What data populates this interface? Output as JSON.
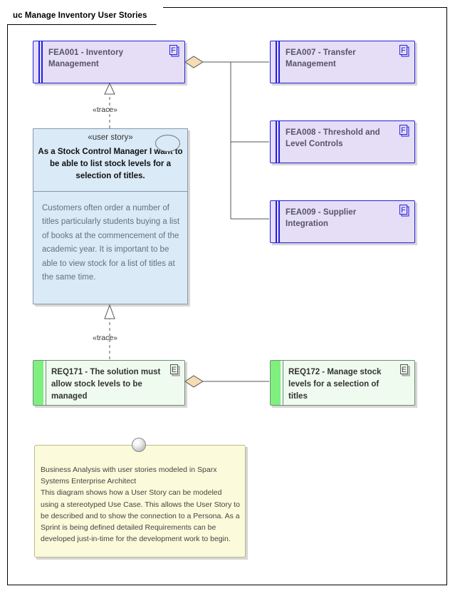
{
  "diagram": {
    "frame_title": "uc Manage Inventory User Stories",
    "colors": {
      "feature_fill": "#e6ddf7",
      "feature_border": "#2222dd",
      "requirement_fill": "#f0fbf0",
      "requirement_accent": "#7ff07f",
      "userstory_fill": "#daeaf7",
      "note_fill": "#fbfada",
      "diamond_fill": "#f5dcb3"
    }
  },
  "features": [
    {
      "name": "FEA001 - Inventory Management",
      "badge": "F"
    },
    {
      "name": "FEA007 - Transfer Management",
      "badge": "F"
    },
    {
      "name": "FEA008 - Threshold and Level Controls",
      "badge": "F"
    },
    {
      "name": "FEA009 - Supplier Integration",
      "badge": "F"
    }
  ],
  "user_story": {
    "stereotype": "«user story»",
    "name": "As a Stock Control Manager I want to be able to list stock levels for a selection of titles.",
    "description": "Customers often order a number of titles particularly students buying a list of books at the commencement of the academic year. It is important to be able to view stock for a list of titles at the same time."
  },
  "requirements": [
    {
      "name": "REQ171 - The solution must allow stock levels to be managed",
      "badge": "E"
    },
    {
      "name": "REQ172 - Manage stock levels for a selection of titles",
      "badge": "E"
    }
  ],
  "connectors": [
    {
      "label": "«trace»",
      "kind": "dependency-trace",
      "from": "user-story",
      "to": "FEA001 - Inventory Management"
    },
    {
      "label": "«trace»",
      "kind": "dependency-trace",
      "from": "REQ171 - The solution must allow stock levels to be managed",
      "to": "user-story"
    },
    {
      "label": "",
      "kind": "aggregation",
      "from": "FEA001 - Inventory Management",
      "to": "FEA007 - Transfer Management"
    },
    {
      "label": "",
      "kind": "aggregation",
      "from": "FEA001 - Inventory Management",
      "to": "FEA008 - Threshold and Level Controls"
    },
    {
      "label": "",
      "kind": "aggregation",
      "from": "FEA001 - Inventory Management",
      "to": "FEA009 - Supplier Integration"
    },
    {
      "label": "",
      "kind": "aggregation",
      "from": "REQ171 - The solution must allow stock levels to be managed",
      "to": "REQ172 - Manage stock levels for a selection of titles"
    }
  ],
  "note": {
    "text": "Business Analysis with user stories modeled in Sparx Systems Enterprise Architect\nThis diagram shows how a User Story can be modeled using a stereotyped Use Case. This allows the User Story to be described and to show the connection to a Persona. As a Sprint is being defined detailed Requirements can be developed just-in-time for the development work to begin."
  }
}
